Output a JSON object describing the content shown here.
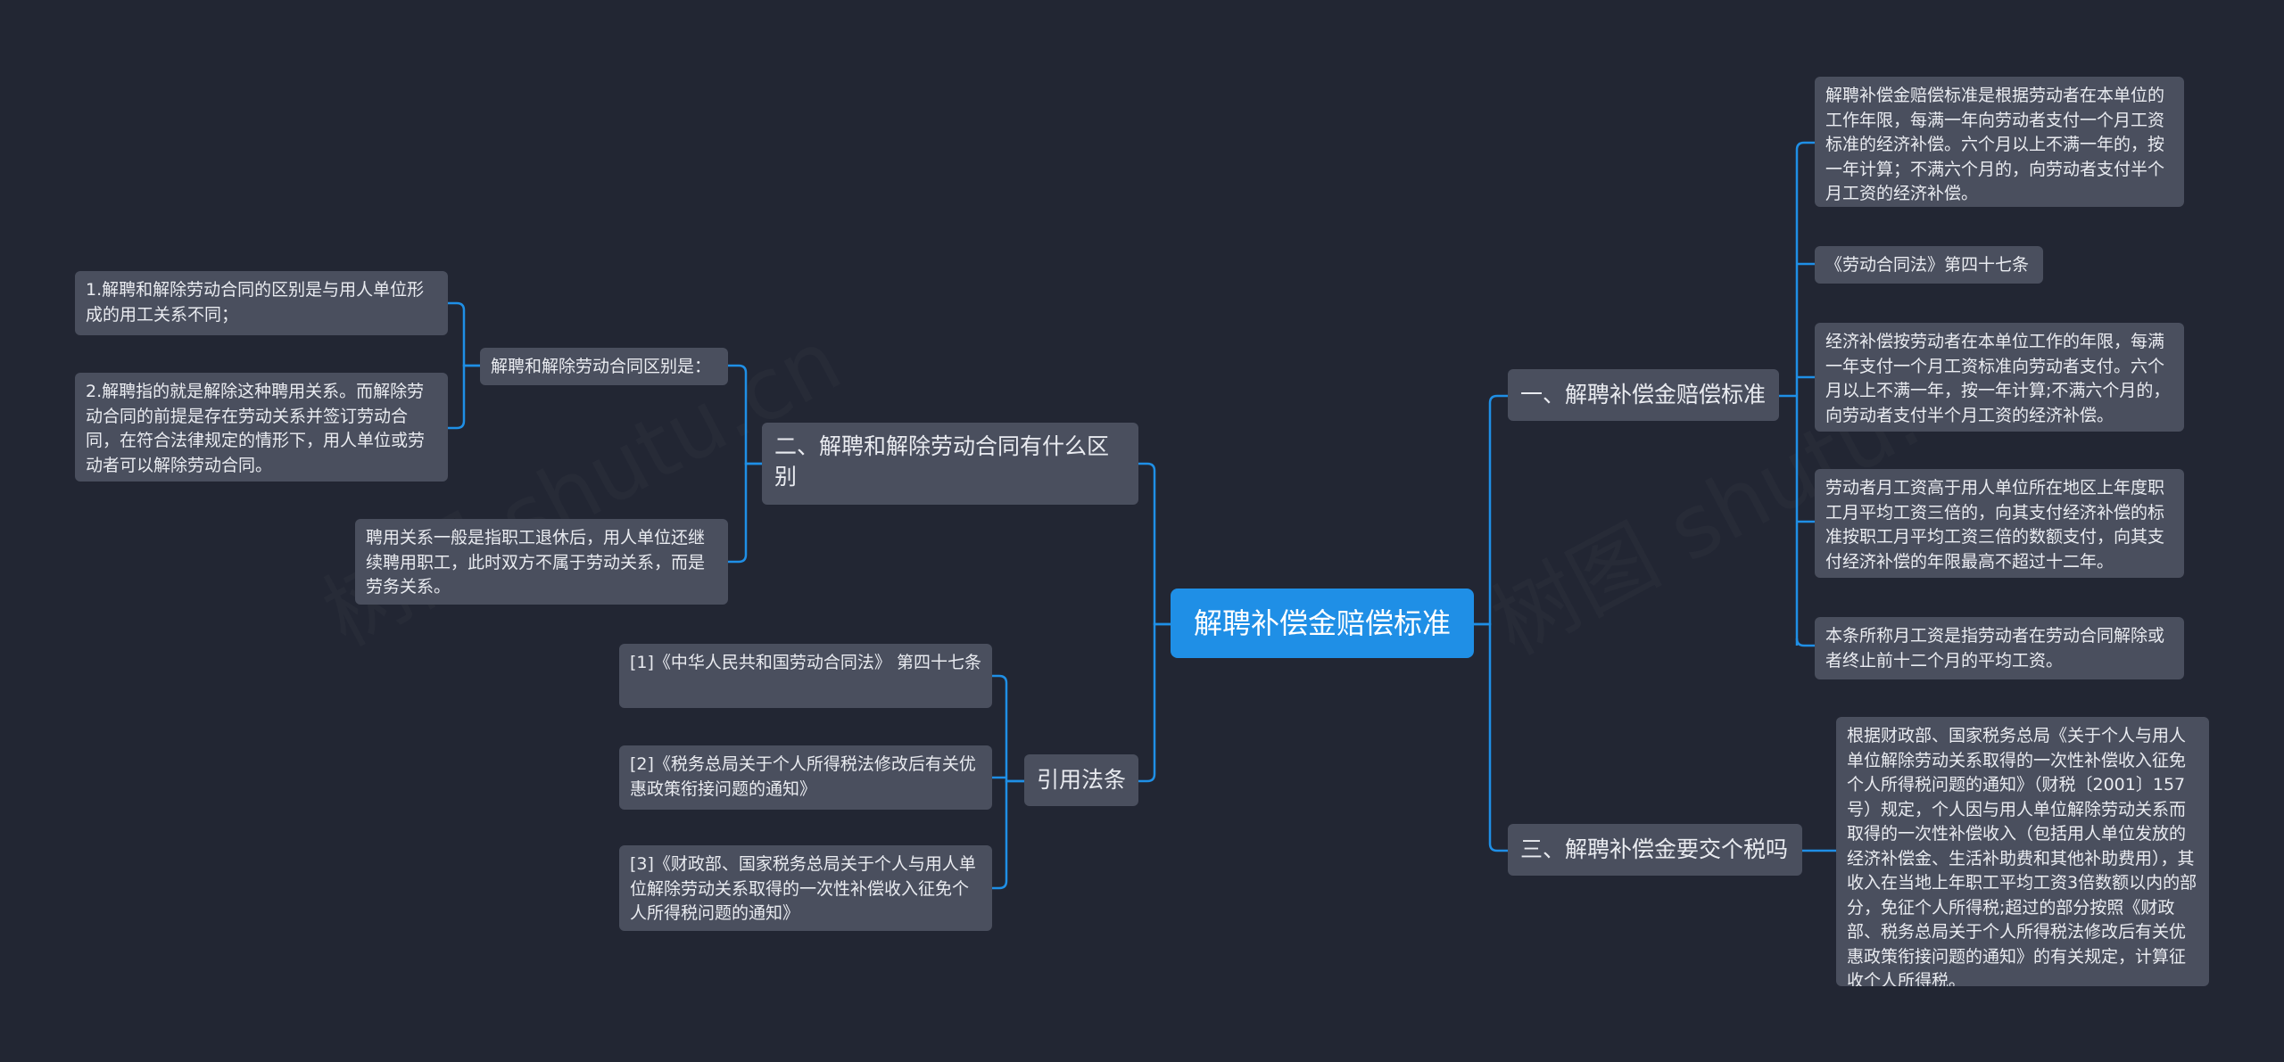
{
  "colors": {
    "background": "#222633",
    "node": "#4a4f5e",
    "center": "#1f8fe6",
    "link": "#1f8fe6"
  },
  "center": {
    "label": "解聘补偿金赔偿标准"
  },
  "branch1": {
    "label": "一、解聘补偿金赔偿标准",
    "items": [
      "解聘补偿金赔偿标准是根据劳动者在本单位的工作年限，每满一年向劳动者支付一个月工资标准的经济补偿。六个月以上不满一年的，按一年计算；不满六个月的，向劳动者支付半个月工资的经济补偿。",
      "《劳动合同法》第四十七条",
      "经济补偿按劳动者在本单位工作的年限，每满一年支付一个月工资标准向劳动者支付。六个月以上不满一年，按一年计算;不满六个月的，向劳动者支付半个月工资的经济补偿。",
      "劳动者月工资高于用人单位所在地区上年度职工月平均工资三倍的，向其支付经济补偿的标准按职工月平均工资三倍的数额支付，向其支付经济补偿的年限最高不超过十二年。",
      "本条所称月工资是指劳动者在劳动合同解除或者终止前十二个月的平均工资。"
    ]
  },
  "branch3": {
    "label": "三、解聘补偿金要交个税吗",
    "items": [
      "根据财政部、国家税务总局《关于个人与用人单位解除劳动关系取得的一次性补偿收入征免个人所得税问题的通知》（财税〔2001〕157号）规定，个人因与用人单位解除劳动关系而取得的一次性补偿收入（包括用人单位发放的经济补偿金、生活补助费和其他补助费用），其收入在当地上年职工平均工资3倍数额以内的部分，免征个人所得税;超过的部分按照《财政部、税务总局关于个人所得税法修改后有关优惠政策衔接问题的通知》的有关规定，计算征收个人所得税。"
    ]
  },
  "branch2": {
    "label": "二、解聘和解除劳动合同有什么区别",
    "sub": {
      "label": "解聘和解除劳动合同区别是：",
      "items": [
        "1.解聘和解除劳动合同的区别是与用人单位形成的用工关系不同；",
        "2.解聘指的就是解除这种聘用关系。而解除劳动合同的前提是存在劳动关系并签订劳动合同，在符合法律规定的情形下，用人单位或劳动者可以解除劳动合同。"
      ]
    },
    "item": "聘用关系一般是指职工退休后，用人单位还继续聘用职工，此时双方不属于劳动关系，而是劳务关系。"
  },
  "refs": {
    "label": "引用法条",
    "items": [
      "[1]《中华人民共和国劳动合同法》 第四十七条",
      "[2]《税务总局关于个人所得税法修改后有关优惠政策衔接问题的通知》",
      "[3]《财政部、国家税务总局关于个人与用人单位解除劳动关系取得的一次性补偿收入征免个人所得税问题的通知》"
    ]
  }
}
